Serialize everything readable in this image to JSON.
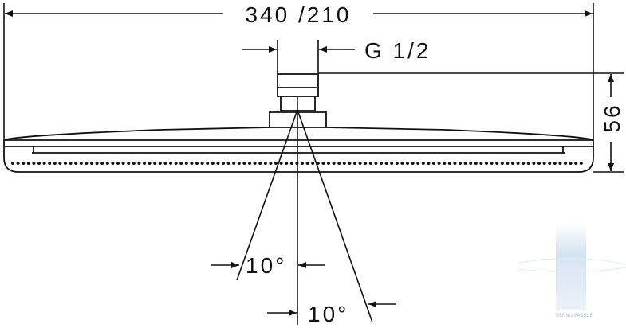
{
  "dimensions": {
    "width": "340 /210",
    "thread": "G 1/2",
    "height": "56",
    "angle_left": "10°",
    "angle_right": "10°"
  },
  "watermark": {
    "text": "VENNU PASSUE"
  },
  "colors": {
    "line": "#111111",
    "background": "#ffffff",
    "watermark": "#cfdff0"
  }
}
